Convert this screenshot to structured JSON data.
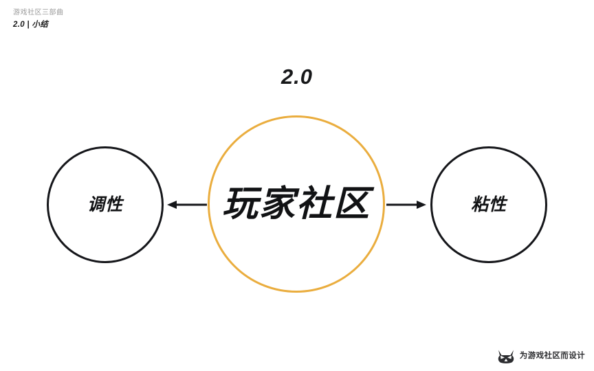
{
  "slide": {
    "background_color": "#ffffff",
    "accent_color": "#eaad3e",
    "ink_color": "#15161a"
  },
  "header": {
    "kicker": "游戏社区三部曲",
    "title": "2.0 | 小结"
  },
  "section": {
    "version_number": "2.0"
  },
  "diagram": {
    "type": "concept-map",
    "center": {
      "label": "玩家社区",
      "border_color": "#eaad3e"
    },
    "left": {
      "label": "调性",
      "border_color": "#15161a"
    },
    "right": {
      "label": "粘性",
      "border_color": "#15161a"
    },
    "connectors": [
      {
        "name": "arrow-to-left",
        "direction": "left",
        "from": "玩家社区",
        "to": "调性"
      },
      {
        "name": "arrow-to-right",
        "direction": "right",
        "from": "玩家社区",
        "to": "粘性"
      }
    ]
  },
  "footer": {
    "logo_icon": "cat-head-logo-icon",
    "tagline": "为游戏社区而设计"
  }
}
